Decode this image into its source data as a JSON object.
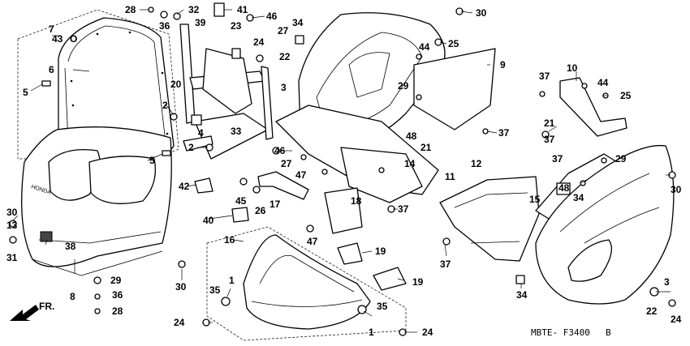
{
  "diagram": {
    "drawing_code": "MBTE- F3400",
    "drawing_code_suffix": "B",
    "direction_label": "FR.",
    "brand_mark": "HONDA",
    "callouts": [
      {
        "id": "c-28-top",
        "label": "28"
      },
      {
        "id": "c-32",
        "label": "32"
      },
      {
        "id": "c-41",
        "label": "41"
      },
      {
        "id": "c-46-top",
        "label": "46"
      },
      {
        "id": "c-34-top",
        "label": "34"
      },
      {
        "id": "c-30-top",
        "label": "30"
      },
      {
        "id": "c-7",
        "label": "7"
      },
      {
        "id": "c-36-top",
        "label": "36"
      },
      {
        "id": "c-39",
        "label": "39"
      },
      {
        "id": "c-23",
        "label": "23"
      },
      {
        "id": "c-27-top",
        "label": "27"
      },
      {
        "id": "c-25-top",
        "label": "25"
      },
      {
        "id": "c-43",
        "label": "43"
      },
      {
        "id": "c-24-top",
        "label": "24"
      },
      {
        "id": "c-44-top",
        "label": "44"
      },
      {
        "id": "c-6",
        "label": "6"
      },
      {
        "id": "c-22-top",
        "label": "22"
      },
      {
        "id": "c-9",
        "label": "9"
      },
      {
        "id": "c-20",
        "label": "20"
      },
      {
        "id": "c-3-top",
        "label": "3"
      },
      {
        "id": "c-10",
        "label": "10"
      },
      {
        "id": "c-37-a",
        "label": "37"
      },
      {
        "id": "c-44-r",
        "label": "44"
      },
      {
        "id": "c-5-top",
        "label": "5"
      },
      {
        "id": "c-29-top",
        "label": "29"
      },
      {
        "id": "c-25-r",
        "label": "25"
      },
      {
        "id": "c-2-top",
        "label": "2"
      },
      {
        "id": "c-4",
        "label": "4"
      },
      {
        "id": "c-33",
        "label": "33"
      },
      {
        "id": "c-48-mid",
        "label": "48"
      },
      {
        "id": "c-21-mid",
        "label": "21"
      },
      {
        "id": "c-37-mid",
        "label": "37"
      },
      {
        "id": "c-21-r",
        "label": "21"
      },
      {
        "id": "c-37-b",
        "label": "37"
      },
      {
        "id": "c-2-mid",
        "label": "2"
      },
      {
        "id": "c-46-mid",
        "label": "46"
      },
      {
        "id": "c-5-bot",
        "label": "5"
      },
      {
        "id": "c-27-mid",
        "label": "27"
      },
      {
        "id": "c-37-c",
        "label": "37"
      },
      {
        "id": "c-29-r",
        "label": "29"
      },
      {
        "id": "c-47-top",
        "label": "47"
      },
      {
        "id": "c-14",
        "label": "14"
      },
      {
        "id": "c-11",
        "label": "11"
      },
      {
        "id": "c-12",
        "label": "12"
      },
      {
        "id": "c-30-r",
        "label": "30"
      },
      {
        "id": "c-42",
        "label": "42"
      },
      {
        "id": "c-45",
        "label": "45"
      },
      {
        "id": "c-26",
        "label": "26"
      },
      {
        "id": "c-17",
        "label": "17"
      },
      {
        "id": "c-18",
        "label": "18"
      },
      {
        "id": "c-48-r",
        "label": "48"
      },
      {
        "id": "c-34-r",
        "label": "34"
      },
      {
        "id": "c-15",
        "label": "15"
      },
      {
        "id": "c-37-d",
        "label": "37"
      },
      {
        "id": "c-30-left",
        "label": "30"
      },
      {
        "id": "c-40",
        "label": "40"
      },
      {
        "id": "c-13",
        "label": "13"
      },
      {
        "id": "c-38",
        "label": "38"
      },
      {
        "id": "c-16",
        "label": "16"
      },
      {
        "id": "c-47-bot",
        "label": "47"
      },
      {
        "id": "c-19-a",
        "label": "19"
      },
      {
        "id": "c-31",
        "label": "31"
      },
      {
        "id": "c-37-e",
        "label": "37"
      },
      {
        "id": "c-29-bot",
        "label": "29"
      },
      {
        "id": "c-19-b",
        "label": "19"
      },
      {
        "id": "c-30-bot",
        "label": "30"
      },
      {
        "id": "c-8",
        "label": "8"
      },
      {
        "id": "c-1-a",
        "label": "1"
      },
      {
        "id": "c-36-bot",
        "label": "36"
      },
      {
        "id": "c-35-a",
        "label": "35"
      },
      {
        "id": "c-34-bot",
        "label": "34"
      },
      {
        "id": "c-3-bot",
        "label": "3"
      },
      {
        "id": "c-28-bot",
        "label": "28"
      },
      {
        "id": "c-35-b",
        "label": "35"
      },
      {
        "id": "c-22-bot",
        "label": "22"
      },
      {
        "id": "c-24-bot",
        "label": "24"
      },
      {
        "id": "c-24-mid",
        "label": "24"
      },
      {
        "id": "c-1-b",
        "label": "1"
      },
      {
        "id": "c-24-br",
        "label": "24"
      }
    ]
  }
}
